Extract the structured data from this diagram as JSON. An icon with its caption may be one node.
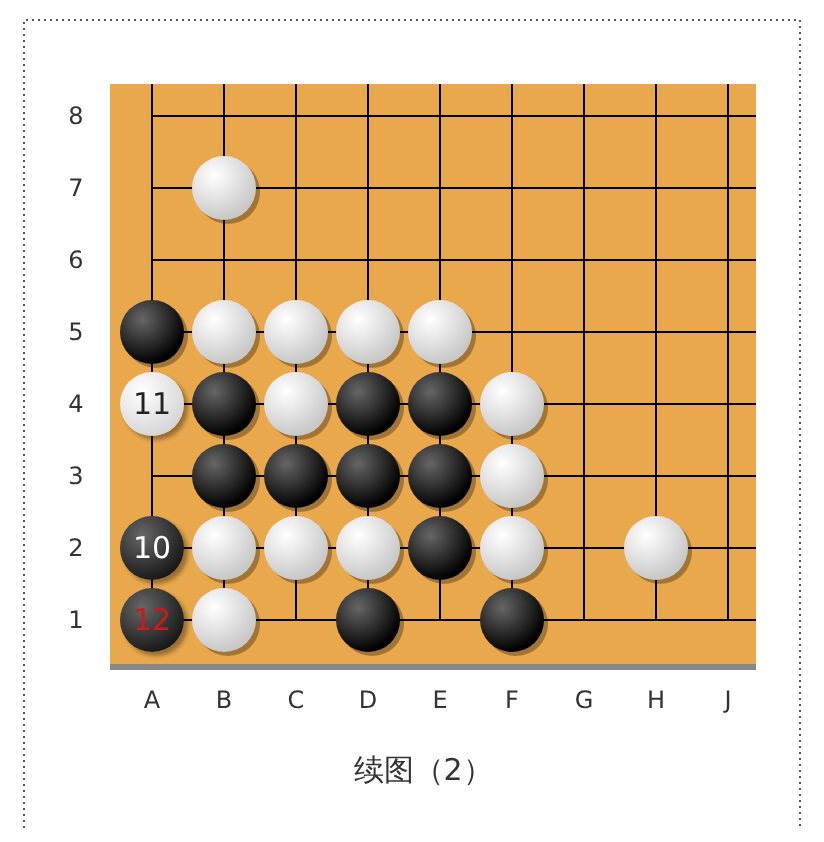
{
  "diagram": {
    "caption": "续图（2）",
    "nodes": [
      {
        "text": [
          "11"
        ]
      },
      {
        "text": [
          "10"
        ]
      },
      {
        "text": [
          "12"
        ]
      }
    ],
    "labels": [
      "8",
      "7",
      "6",
      "5",
      "4",
      "3",
      "2",
      "1",
      "A",
      "B",
      "C",
      "D",
      "E",
      "F",
      "G",
      "H",
      "J"
    ]
  }
}
